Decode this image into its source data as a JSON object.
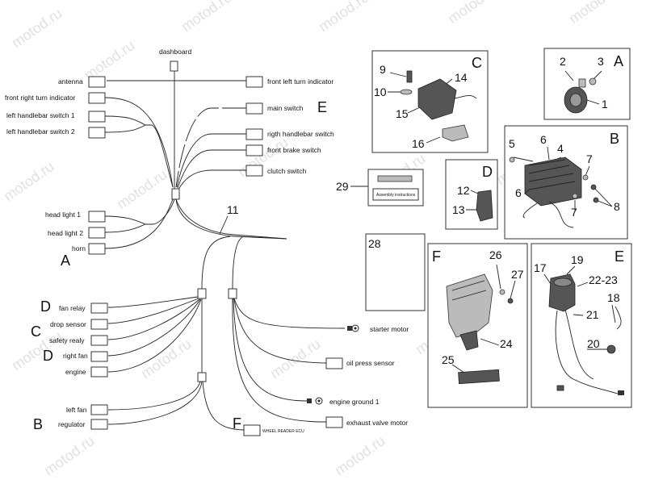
{
  "watermark": "motod.ru",
  "wiring": {
    "dashboard": "dashboard",
    "antenna": "antenna",
    "front_right_turn": "front right turn indicator",
    "left_hb_switch_1": "left handlebar switch 1",
    "left_hb_switch_2": "left handlebar switch 2",
    "head_light_1": "head light 1",
    "head_light_2": "head light 2",
    "horn": "horn",
    "front_left_turn": "front left turn indicator",
    "main_switch": "main switch",
    "right_hb_switch": "rigth handlebar switch",
    "front_brake_switch": "front brake switch",
    "clutch_switch": "clutch switch",
    "fan_relay": "fan relay",
    "drop_sensor": "drop sensor",
    "safety_relay": "safety realy",
    "right_fan": "right fan",
    "engine": "engine",
    "left_fan": "left fan",
    "regulator": "regulator",
    "starter_motor": "starter motor",
    "oil_press_sensor": "oil press sensor",
    "engine_ground_1": "engine ground 1",
    "exhaust_valve_motor": "exhaust valve motor",
    "wheel_reader_ecu": "WHEEL READER ECU",
    "harness_number": "11"
  },
  "letters": {
    "a_horn": "A",
    "c_drop": "C",
    "d_fan": "D",
    "d_right": "D",
    "b_left": "B",
    "e_main": "E",
    "f_ecu": "F",
    "panel_a": "A",
    "panel_b": "B",
    "panel_c": "C",
    "panel_d": "D",
    "panel_e": "E",
    "panel_f": "F"
  },
  "panels": {
    "c": {
      "n9": "9",
      "n10": "10",
      "n14": "14",
      "n15": "15",
      "n16": "16"
    },
    "a": {
      "n1": "1",
      "n2": "2",
      "n3": "3"
    },
    "b": {
      "n4": "4",
      "n5": "5",
      "n6a": "6",
      "n6b": "6",
      "n7a": "7",
      "n7b": "7",
      "n8": "8"
    },
    "d": {
      "n12": "12",
      "n13": "13"
    },
    "p29": {
      "n29": "29",
      "card": "Assembly instructions"
    },
    "p28": {
      "n28": "28"
    },
    "f": {
      "n24": "24",
      "n25": "25",
      "n26": "26",
      "n27": "27"
    },
    "e": {
      "n17": "17",
      "n18": "18",
      "n19": "19",
      "n20": "20",
      "n21": "21",
      "n2223": "22-23"
    }
  }
}
